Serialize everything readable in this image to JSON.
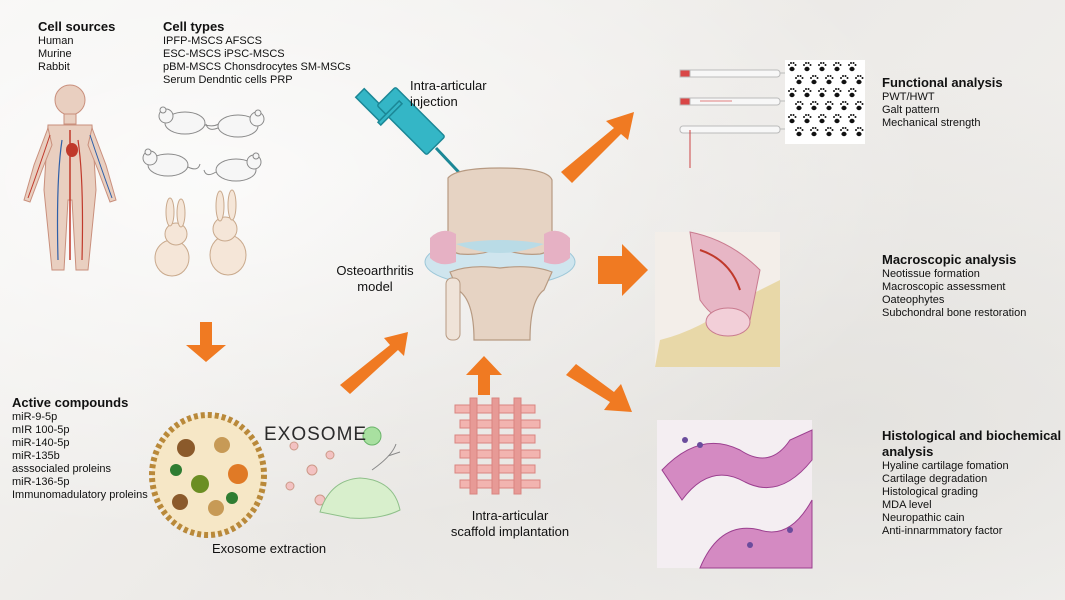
{
  "cell_sources": {
    "heading": "Cell sources",
    "items": [
      "Human",
      "Murine",
      "Rabbit"
    ]
  },
  "cell_types": {
    "heading": "Cell types",
    "items": [
      "IPFP-MSCS AFSCS",
      "ESC-MSCS iPSC-MSCS",
      "pBM-MSCS Chonsdrocytes SM-MSCs",
      "Serum Dendntic cells PRP"
    ]
  },
  "active_compounds": {
    "heading": "Active compounds",
    "items": [
      "miR-9-5p",
      "mIR 100-5p",
      "miR-140-5p",
      "miR-135b",
      "asssocialed proleins",
      "miR-136-5p",
      "Immunomadulatory proleins"
    ]
  },
  "exosome_label": "EXOSOME",
  "exosome_extraction": "Exosome extraction",
  "injection": {
    "line1": "Intra-articular",
    "line2": "injection"
  },
  "oa_model": {
    "line1": "Osteoarthritis",
    "line2": "model"
  },
  "scaffold": {
    "line1": "Intra-articular",
    "line2": "scaffold implantation"
  },
  "functional": {
    "heading": "Functional analysis",
    "items": [
      "PWT/HWT",
      "Galt pattern",
      "Mechanical strength"
    ]
  },
  "macroscopic": {
    "heading": "Macroscopic analysis",
    "items": [
      "Neotissue formation",
      "Macroscopic assessment",
      "Oateophytes",
      "Subchondral bone restoration"
    ]
  },
  "histological": {
    "heading_line1": "Histological and biochemical",
    "heading_line2": "analysis",
    "items": [
      "Hyaline cartilage fomation",
      "Cartilage degradation",
      "Histological grading",
      "MDA level",
      "Neuropathic cain",
      "Anti-innarmmatory factor"
    ]
  },
  "colors": {
    "arrow": "#f07a22",
    "bone": "#e6d3c3",
    "tissue": "#d98fb0"
  }
}
